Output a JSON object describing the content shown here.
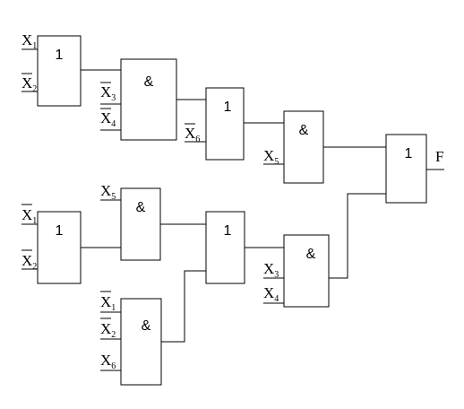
{
  "gates": {
    "or_top_left": "1",
    "and_top_1": "&",
    "or_top_mid": "1",
    "and_top_2": "&",
    "or_output": "1",
    "or_bot_left": "1",
    "and_bot_1": "&",
    "or_bot_mid": "1",
    "and_bot_2": "&",
    "and_bot_3": "&"
  },
  "inputs": {
    "x1_top": {
      "letter": "X",
      "index": "1",
      "inverted": false
    },
    "x2_top": {
      "letter": "X",
      "index": "2",
      "inverted": true
    },
    "x3_top": {
      "letter": "X",
      "index": "3",
      "inverted": true
    },
    "x4_top": {
      "letter": "X",
      "index": "4",
      "inverted": true
    },
    "x6_top": {
      "letter": "X",
      "index": "6",
      "inverted": true
    },
    "x5_top": {
      "letter": "X",
      "index": "5",
      "inverted": false
    },
    "x5_bot": {
      "letter": "X",
      "index": "5",
      "inverted": false
    },
    "x1_bot": {
      "letter": "X",
      "index": "1",
      "inverted": true
    },
    "x2_bot": {
      "letter": "X",
      "index": "2",
      "inverted": true
    },
    "x3_bot": {
      "letter": "X",
      "index": "3",
      "inverted": false
    },
    "x4_bot": {
      "letter": "X",
      "index": "4",
      "inverted": false
    },
    "x1_low": {
      "letter": "X",
      "index": "1",
      "inverted": true
    },
    "x2_low": {
      "letter": "X",
      "index": "2",
      "inverted": true
    },
    "x6_low": {
      "letter": "X",
      "index": "6",
      "inverted": false
    }
  },
  "output": {
    "label": "F"
  }
}
